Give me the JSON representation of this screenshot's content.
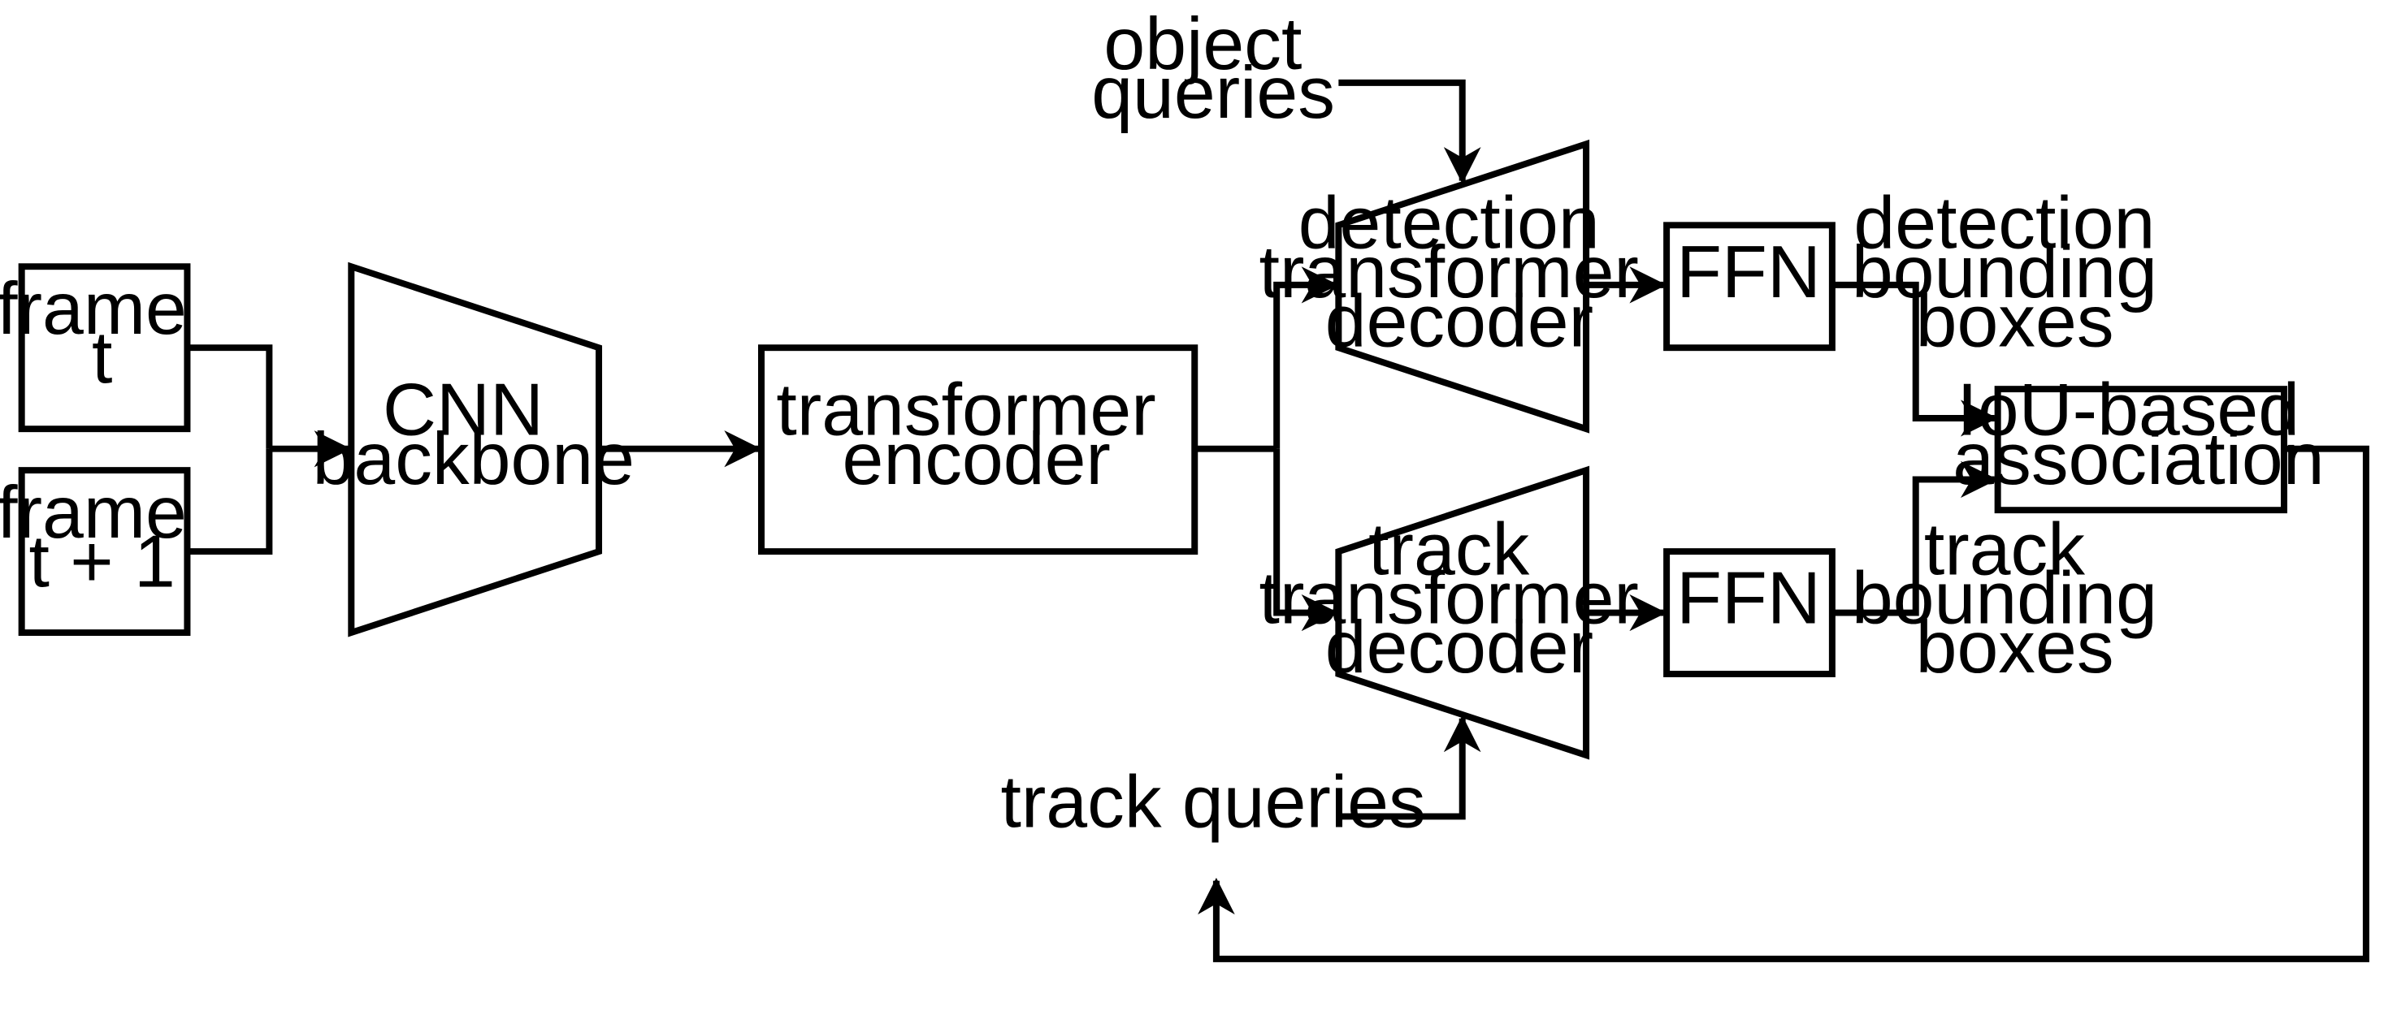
{
  "diagram": {
    "nodes": {
      "frame_t": [
        "frame",
        "t"
      ],
      "frame_t1": [
        "frame",
        "t + 1"
      ],
      "cnn_backbone": [
        "CNN",
        "backbone"
      ],
      "transformer_encoder": [
        "transformer",
        "encoder"
      ],
      "detection_decoder": [
        "detection",
        "transformer",
        "decoder"
      ],
      "track_decoder": [
        "track",
        "transformer",
        "decoder"
      ],
      "ffn_detection": [
        "FFN"
      ],
      "ffn_track": [
        "FFN"
      ],
      "association": [
        "IoU-based",
        "association"
      ]
    },
    "labels": {
      "object_queries": [
        "object",
        "queries"
      ],
      "track_queries": [
        "track queries"
      ],
      "detection_boxes": [
        "detection",
        "bounding",
        "boxes"
      ],
      "track_boxes": [
        "track",
        "bounding",
        "boxes"
      ]
    },
    "edges": [
      {
        "from": "frame_t",
        "to": "cnn_backbone"
      },
      {
        "from": "frame_t1",
        "to": "cnn_backbone"
      },
      {
        "from": "cnn_backbone",
        "to": "transformer_encoder"
      },
      {
        "from": "transformer_encoder",
        "to": "detection_decoder"
      },
      {
        "from": "transformer_encoder",
        "to": "track_decoder"
      },
      {
        "from": "object_queries",
        "to": "detection_decoder"
      },
      {
        "from": "track_queries",
        "to": "track_decoder"
      },
      {
        "from": "detection_decoder",
        "to": "ffn_detection"
      },
      {
        "from": "track_decoder",
        "to": "ffn_track"
      },
      {
        "from": "ffn_detection",
        "to": "association"
      },
      {
        "from": "ffn_track",
        "to": "association"
      },
      {
        "from": "association",
        "to": "track_queries"
      }
    ]
  }
}
